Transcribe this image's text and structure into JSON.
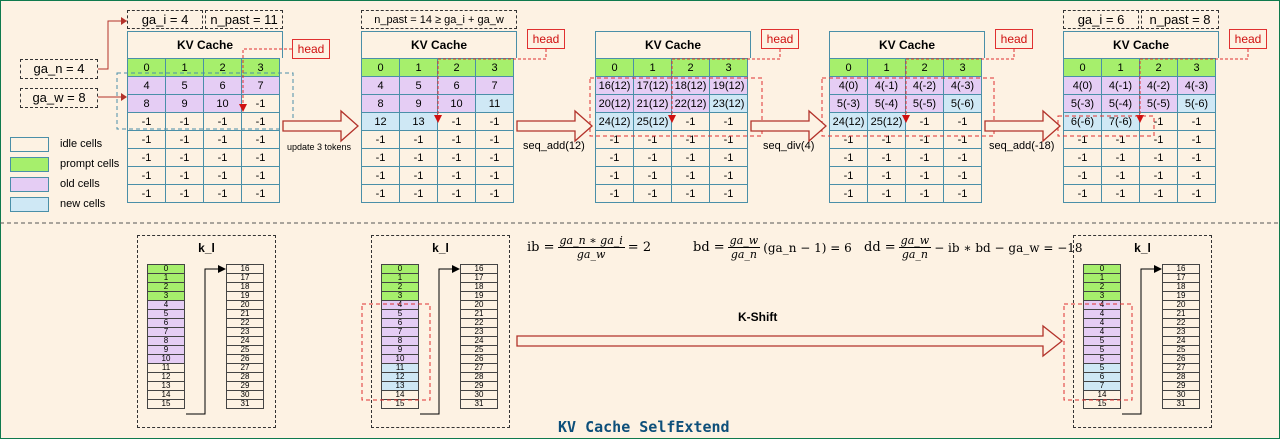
{
  "legend": {
    "items": [
      {
        "label": "idle cells",
        "class": "c-idle"
      },
      {
        "label": "prompt cells",
        "class": "c-prompt"
      },
      {
        "label": "old cells",
        "class": "c-old"
      },
      {
        "label": "new cells",
        "class": "c-new"
      }
    ]
  },
  "params": {
    "ga_n": "ga_n = 4",
    "ga_w": "ga_w = 8",
    "t1_gai": "ga_i = 4",
    "t1_npast": "n_past = 11",
    "t2_npast": "n_past = 14 ≥ ga_i + ga_w",
    "t5_gai": "ga_i = 6",
    "t5_npast": "n_past = 8"
  },
  "head_label": "head",
  "table_title": "KV Cache",
  "arrow_labels": {
    "a1": "update 3 tokens",
    "a2": "seq_add(12)",
    "a3": "seq_div(4)",
    "a4": "seq_add(-18)"
  },
  "tables": [
    {
      "rows": [
        [
          [
            "0",
            "c-prompt"
          ],
          [
            "1",
            "c-prompt"
          ],
          [
            "2",
            "c-prompt"
          ],
          [
            "3",
            "c-prompt"
          ]
        ],
        [
          [
            "4",
            "c-old"
          ],
          [
            "5",
            "c-old"
          ],
          [
            "6",
            "c-old"
          ],
          [
            "7",
            "c-old"
          ]
        ],
        [
          [
            "8",
            "c-old"
          ],
          [
            "9",
            "c-old"
          ],
          [
            "10",
            "c-old"
          ],
          [
            "-1",
            "c-idle"
          ]
        ],
        [
          [
            "-1",
            "c-idle"
          ],
          [
            "-1",
            "c-idle"
          ],
          [
            "-1",
            "c-idle"
          ],
          [
            "-1",
            "c-idle"
          ]
        ],
        [
          [
            "-1",
            "c-idle"
          ],
          [
            "-1",
            "c-idle"
          ],
          [
            "-1",
            "c-idle"
          ],
          [
            "-1",
            "c-idle"
          ]
        ],
        [
          [
            "-1",
            "c-idle"
          ],
          [
            "-1",
            "c-idle"
          ],
          [
            "-1",
            "c-idle"
          ],
          [
            "-1",
            "c-idle"
          ]
        ],
        [
          [
            "-1",
            "c-idle"
          ],
          [
            "-1",
            "c-idle"
          ],
          [
            "-1",
            "c-idle"
          ],
          [
            "-1",
            "c-idle"
          ]
        ],
        [
          [
            "-1",
            "c-idle"
          ],
          [
            "-1",
            "c-idle"
          ],
          [
            "-1",
            "c-idle"
          ],
          [
            "-1",
            "c-idle"
          ]
        ]
      ]
    },
    {
      "rows": [
        [
          [
            "0",
            "c-prompt"
          ],
          [
            "1",
            "c-prompt"
          ],
          [
            "2",
            "c-prompt"
          ],
          [
            "3",
            "c-prompt"
          ]
        ],
        [
          [
            "4",
            "c-old"
          ],
          [
            "5",
            "c-old"
          ],
          [
            "6",
            "c-old"
          ],
          [
            "7",
            "c-old"
          ]
        ],
        [
          [
            "8",
            "c-old"
          ],
          [
            "9",
            "c-old"
          ],
          [
            "10",
            "c-old"
          ],
          [
            "11",
            "c-new"
          ]
        ],
        [
          [
            "12",
            "c-new"
          ],
          [
            "13",
            "c-new"
          ],
          [
            "-1",
            "c-idle"
          ],
          [
            "-1",
            "c-idle"
          ]
        ],
        [
          [
            "-1",
            "c-idle"
          ],
          [
            "-1",
            "c-idle"
          ],
          [
            "-1",
            "c-idle"
          ],
          [
            "-1",
            "c-idle"
          ]
        ],
        [
          [
            "-1",
            "c-idle"
          ],
          [
            "-1",
            "c-idle"
          ],
          [
            "-1",
            "c-idle"
          ],
          [
            "-1",
            "c-idle"
          ]
        ],
        [
          [
            "-1",
            "c-idle"
          ],
          [
            "-1",
            "c-idle"
          ],
          [
            "-1",
            "c-idle"
          ],
          [
            "-1",
            "c-idle"
          ]
        ],
        [
          [
            "-1",
            "c-idle"
          ],
          [
            "-1",
            "c-idle"
          ],
          [
            "-1",
            "c-idle"
          ],
          [
            "-1",
            "c-idle"
          ]
        ]
      ]
    },
    {
      "rows": [
        [
          [
            "0",
            "c-prompt"
          ],
          [
            "1",
            "c-prompt"
          ],
          [
            "2",
            "c-prompt"
          ],
          [
            "3",
            "c-prompt"
          ]
        ],
        [
          [
            "16(12)",
            "c-old"
          ],
          [
            "17(12)",
            "c-old"
          ],
          [
            "18(12)",
            "c-old"
          ],
          [
            "19(12)",
            "c-old"
          ]
        ],
        [
          [
            "20(12)",
            "c-old"
          ],
          [
            "21(12)",
            "c-old"
          ],
          [
            "22(12)",
            "c-old"
          ],
          [
            "23(12)",
            "c-new"
          ]
        ],
        [
          [
            "24(12)",
            "c-new"
          ],
          [
            "25(12)",
            "c-new"
          ],
          [
            "-1",
            "c-idle"
          ],
          [
            "-1",
            "c-idle"
          ]
        ],
        [
          [
            "-1",
            "c-idle"
          ],
          [
            "-1",
            "c-idle"
          ],
          [
            "-1",
            "c-idle"
          ],
          [
            "-1",
            "c-idle"
          ]
        ],
        [
          [
            "-1",
            "c-idle"
          ],
          [
            "-1",
            "c-idle"
          ],
          [
            "-1",
            "c-idle"
          ],
          [
            "-1",
            "c-idle"
          ]
        ],
        [
          [
            "-1",
            "c-idle"
          ],
          [
            "-1",
            "c-idle"
          ],
          [
            "-1",
            "c-idle"
          ],
          [
            "-1",
            "c-idle"
          ]
        ],
        [
          [
            "-1",
            "c-idle"
          ],
          [
            "-1",
            "c-idle"
          ],
          [
            "-1",
            "c-idle"
          ],
          [
            "-1",
            "c-idle"
          ]
        ]
      ]
    },
    {
      "rows": [
        [
          [
            "0",
            "c-prompt"
          ],
          [
            "1",
            "c-prompt"
          ],
          [
            "2",
            "c-prompt"
          ],
          [
            "3",
            "c-prompt"
          ]
        ],
        [
          [
            "4(0)",
            "c-old"
          ],
          [
            "4(-1)",
            "c-old"
          ],
          [
            "4(-2)",
            "c-old"
          ],
          [
            "4(-3)",
            "c-old"
          ]
        ],
        [
          [
            "5(-3)",
            "c-old"
          ],
          [
            "5(-4)",
            "c-old"
          ],
          [
            "5(-5)",
            "c-old"
          ],
          [
            "5(-6)",
            "c-new"
          ]
        ],
        [
          [
            "24(12)",
            "c-new"
          ],
          [
            "25(12)",
            "c-new"
          ],
          [
            "-1",
            "c-idle"
          ],
          [
            "-1",
            "c-idle"
          ]
        ],
        [
          [
            "-1",
            "c-idle"
          ],
          [
            "-1",
            "c-idle"
          ],
          [
            "-1",
            "c-idle"
          ],
          [
            "-1",
            "c-idle"
          ]
        ],
        [
          [
            "-1",
            "c-idle"
          ],
          [
            "-1",
            "c-idle"
          ],
          [
            "-1",
            "c-idle"
          ],
          [
            "-1",
            "c-idle"
          ]
        ],
        [
          [
            "-1",
            "c-idle"
          ],
          [
            "-1",
            "c-idle"
          ],
          [
            "-1",
            "c-idle"
          ],
          [
            "-1",
            "c-idle"
          ]
        ],
        [
          [
            "-1",
            "c-idle"
          ],
          [
            "-1",
            "c-idle"
          ],
          [
            "-1",
            "c-idle"
          ],
          [
            "-1",
            "c-idle"
          ]
        ]
      ]
    },
    {
      "rows": [
        [
          [
            "0",
            "c-prompt"
          ],
          [
            "1",
            "c-prompt"
          ],
          [
            "2",
            "c-prompt"
          ],
          [
            "3",
            "c-prompt"
          ]
        ],
        [
          [
            "4(0)",
            "c-old"
          ],
          [
            "4(-1)",
            "c-old"
          ],
          [
            "4(-2)",
            "c-old"
          ],
          [
            "4(-3)",
            "c-old"
          ]
        ],
        [
          [
            "5(-3)",
            "c-old"
          ],
          [
            "5(-4)",
            "c-old"
          ],
          [
            "5(-5)",
            "c-old"
          ],
          [
            "5(-6)",
            "c-new"
          ]
        ],
        [
          [
            "6(-6)",
            "c-new"
          ],
          [
            "7(-6)",
            "c-new"
          ],
          [
            "-1",
            "c-idle"
          ],
          [
            "-1",
            "c-idle"
          ]
        ],
        [
          [
            "-1",
            "c-idle"
          ],
          [
            "-1",
            "c-idle"
          ],
          [
            "-1",
            "c-idle"
          ],
          [
            "-1",
            "c-idle"
          ]
        ],
        [
          [
            "-1",
            "c-idle"
          ],
          [
            "-1",
            "c-idle"
          ],
          [
            "-1",
            "c-idle"
          ],
          [
            "-1",
            "c-idle"
          ]
        ],
        [
          [
            "-1",
            "c-idle"
          ],
          [
            "-1",
            "c-idle"
          ],
          [
            "-1",
            "c-idle"
          ],
          [
            "-1",
            "c-idle"
          ]
        ],
        [
          [
            "-1",
            "c-idle"
          ],
          [
            "-1",
            "c-idle"
          ],
          [
            "-1",
            "c-idle"
          ],
          [
            "-1",
            "c-idle"
          ]
        ]
      ]
    }
  ],
  "kl_title": "k_l",
  "kl_blocks": [
    {
      "left": [
        [
          "0",
          "left-prompt"
        ],
        [
          "1",
          "left-prompt"
        ],
        [
          "2",
          "left-prompt"
        ],
        [
          "3",
          "left-prompt"
        ],
        [
          "4",
          "left-old"
        ],
        [
          "5",
          "left-old"
        ],
        [
          "6",
          "left-old"
        ],
        [
          "7",
          "left-old"
        ],
        [
          "8",
          "left-old"
        ],
        [
          "9",
          "left-old"
        ],
        [
          "10",
          "left-old"
        ],
        [
          "11",
          "left-idle"
        ],
        [
          "12",
          "left-idle"
        ],
        [
          "13",
          "left-idle"
        ],
        [
          "14",
          "left-idle"
        ],
        [
          "15",
          "left-idle"
        ]
      ],
      "right": [
        "16",
        "17",
        "18",
        "19",
        "20",
        "21",
        "22",
        "23",
        "24",
        "25",
        "26",
        "27",
        "28",
        "29",
        "30",
        "31"
      ]
    },
    {
      "left": [
        [
          "0",
          "left-prompt"
        ],
        [
          "1",
          "left-prompt"
        ],
        [
          "2",
          "left-prompt"
        ],
        [
          "3",
          "left-prompt"
        ],
        [
          "4",
          "left-old"
        ],
        [
          "5",
          "left-old"
        ],
        [
          "6",
          "left-old"
        ],
        [
          "7",
          "left-old"
        ],
        [
          "8",
          "left-old"
        ],
        [
          "9",
          "left-old"
        ],
        [
          "10",
          "left-old"
        ],
        [
          "11",
          "left-new"
        ],
        [
          "12",
          "left-new"
        ],
        [
          "13",
          "left-new"
        ],
        [
          "14",
          "left-idle"
        ],
        [
          "15",
          "left-idle"
        ]
      ],
      "right": [
        "16",
        "17",
        "18",
        "19",
        "20",
        "21",
        "22",
        "23",
        "24",
        "25",
        "26",
        "27",
        "28",
        "29",
        "30",
        "31"
      ]
    },
    {
      "left": [
        [
          "0",
          "left-prompt"
        ],
        [
          "1",
          "left-prompt"
        ],
        [
          "2",
          "left-prompt"
        ],
        [
          "3",
          "left-prompt"
        ],
        [
          "4",
          "left-old"
        ],
        [
          "4",
          "left-old"
        ],
        [
          "4",
          "left-old"
        ],
        [
          "4",
          "left-old"
        ],
        [
          "5",
          "left-old"
        ],
        [
          "5",
          "left-old"
        ],
        [
          "5",
          "left-old"
        ],
        [
          "5",
          "left-new"
        ],
        [
          "6",
          "left-new"
        ],
        [
          "7",
          "left-new"
        ],
        [
          "14",
          "left-idle"
        ],
        [
          "15",
          "left-idle"
        ]
      ],
      "right": [
        "16",
        "17",
        "18",
        "19",
        "20",
        "21",
        "22",
        "23",
        "24",
        "25",
        "26",
        "27",
        "28",
        "29",
        "30",
        "31"
      ]
    }
  ],
  "formulas": {
    "ib_lhs": "ib =",
    "ib_num": "ga_n ∗ ga_i",
    "ib_den": "ga_w",
    "ib_rhs": "= 2",
    "bd_lhs": "bd =",
    "bd_num": "ga_w",
    "bd_den": "ga_n",
    "bd_rhs": "(ga_n − 1) = 6",
    "dd_lhs": "dd =",
    "dd_num": "ga_w",
    "dd_den": "ga_n",
    "dd_rhs": "− ib ∗ bd − ga_w = −18"
  },
  "kshift_label": "K-Shift",
  "caption": "KV Cache SelfExtend",
  "colors": {
    "prompt": "#a6ef6c",
    "old": "#e5cdf4",
    "new": "#cfe8f5",
    "idle": "#fdf2e3",
    "arrow": "#b3322a",
    "head": "#e03030"
  }
}
